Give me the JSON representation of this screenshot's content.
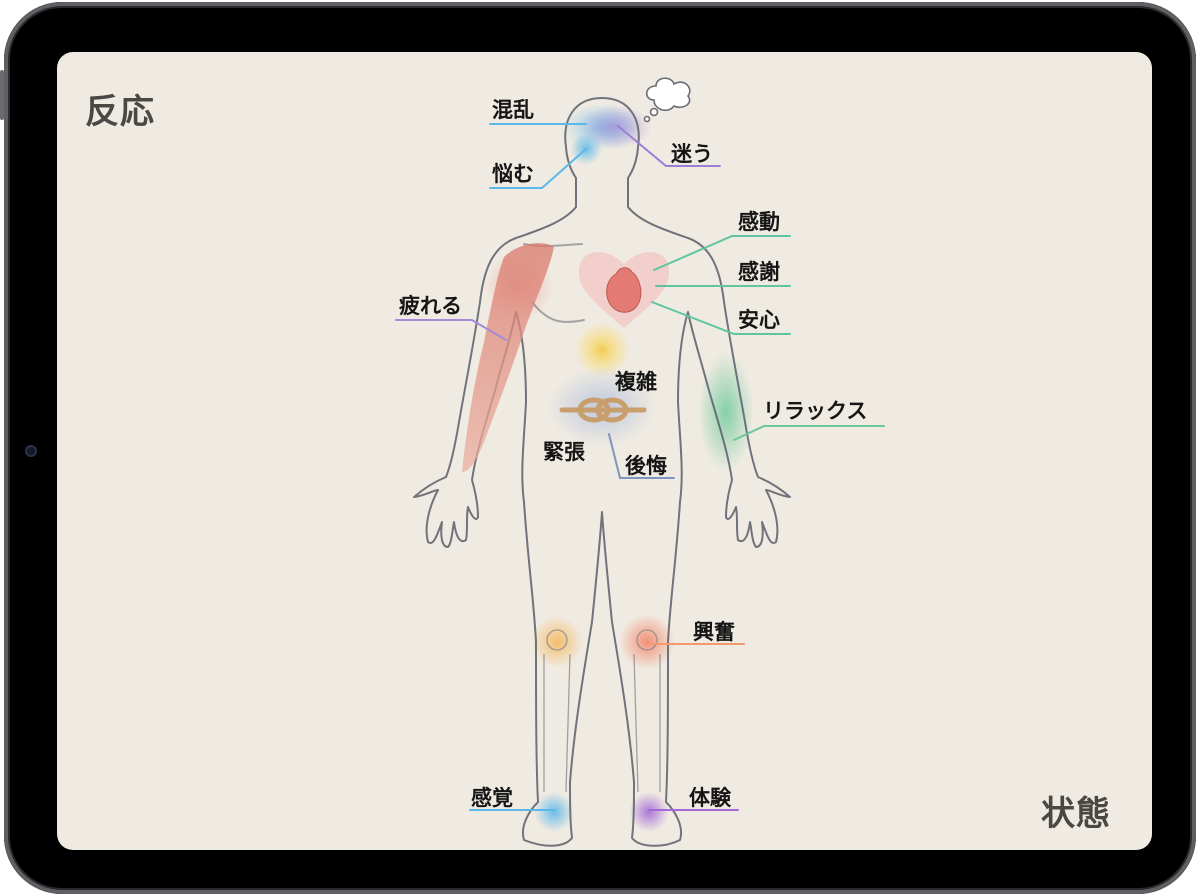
{
  "screen": {
    "title_top_left": "反応",
    "title_bottom_right": "状態",
    "background": "#f0ebe2"
  },
  "labels": {
    "konran": {
      "text": "混乱",
      "region": "head-left",
      "color": "#5bb8e8"
    },
    "nayamu": {
      "text": "悩む",
      "region": "head-left-lower",
      "color": "#5bb8e8"
    },
    "mayou": {
      "text": "迷う",
      "region": "head-right",
      "color": "#9b7fd4"
    },
    "kandou": {
      "text": "感動",
      "region": "heart",
      "color": "#5fc4a0"
    },
    "kansha": {
      "text": "感謝",
      "region": "heart",
      "color": "#5fc4a0"
    },
    "anshin": {
      "text": "安心",
      "region": "heart",
      "color": "#5fc4a0"
    },
    "tsukareru": {
      "text": "疲れる",
      "region": "right-arm-muscle",
      "color": "#a58ad8"
    },
    "fukuzatsu": {
      "text": "複雑",
      "region": "solar-plexus",
      "color": "#f2cc4f"
    },
    "kinchou": {
      "text": "緊張",
      "region": "stomach-knot",
      "color": "#9bb0d8"
    },
    "koukai": {
      "text": "後悔",
      "region": "stomach-knot",
      "color": "#7e95c2"
    },
    "relax": {
      "text": "リラックス",
      "region": "left-forearm",
      "color": "#6cc89a"
    },
    "koufun": {
      "text": "興奮",
      "region": "left-knee",
      "color": "#f29a6b"
    },
    "kankaku": {
      "text": "感覚",
      "region": "right-foot",
      "color": "#5bb8e8"
    },
    "taiken": {
      "text": "体験",
      "region": "left-foot",
      "color": "#a46ad8"
    }
  }
}
